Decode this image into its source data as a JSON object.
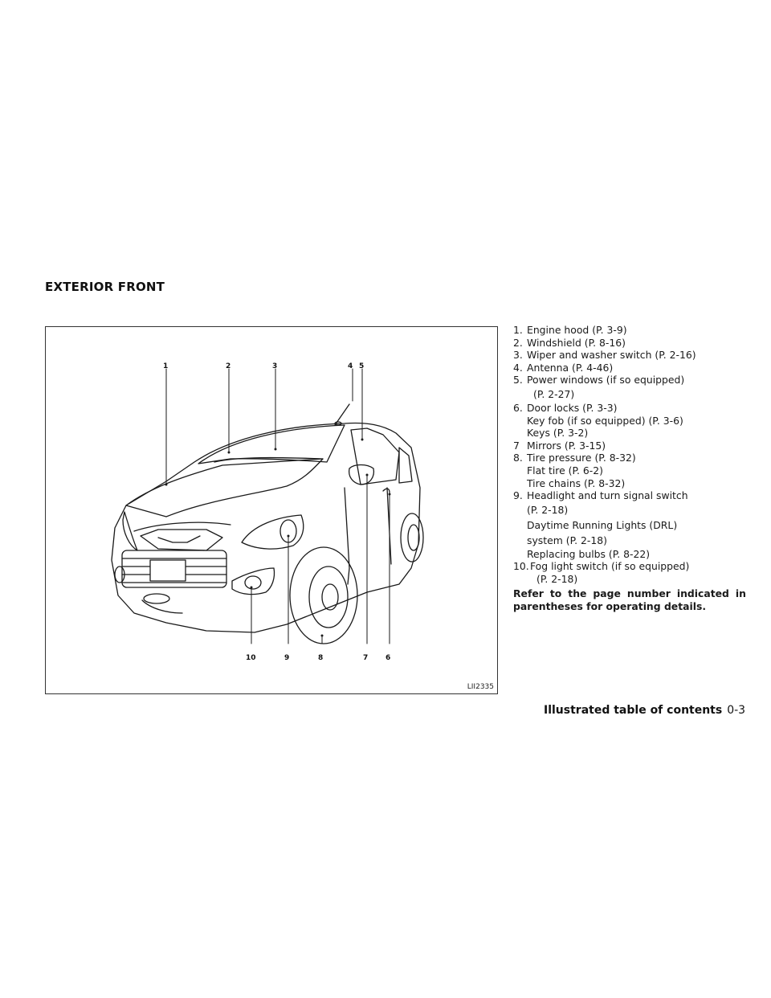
{
  "page": {
    "section_title": "EXTERIOR FRONT",
    "figure_code": "LII2335",
    "footer_section": "Illustrated table of contents",
    "footer_page": "0-3"
  },
  "callouts": [
    "1",
    "2",
    "3",
    "4",
    "5",
    "6",
    "7",
    "8",
    "9",
    "10"
  ],
  "items": [
    {
      "num": "1.",
      "lines": [
        "Engine hood (P. 3-9)"
      ]
    },
    {
      "num": "2.",
      "lines": [
        "Windshield (P. 8-16)"
      ]
    },
    {
      "num": "3.",
      "lines": [
        "Wiper and washer switch (P. 2-16)"
      ]
    },
    {
      "num": "4.",
      "lines": [
        "Antenna (P. 4-46)"
      ]
    },
    {
      "num": "5.",
      "lines": [
        "Power windows (if so equipped)",
        "(P. 2-27)"
      ]
    },
    {
      "num": "6.",
      "lines": [
        "Door locks (P. 3-3)",
        "Key fob (if so equipped) (P. 3-6)",
        "Keys (P. 3-2)"
      ]
    },
    {
      "num": "7",
      "lines": [
        "Mirrors (P. 3-15)"
      ]
    },
    {
      "num": "8.",
      "lines": [
        "Tire pressure (P. 8-32)",
        "Flat tire (P. 6-2)",
        "Tire chains (P. 8-32)"
      ]
    },
    {
      "num": "9.",
      "lines": [
        "Headlight and turn signal switch",
        "(P. 2-18)",
        "Daytime Running Lights (DRL)",
        "system (P. 2-18)",
        "Replacing bulbs (P. 8-22)"
      ]
    },
    {
      "num": "10.",
      "lines": [
        "Fog light switch (if so equipped)",
        "(P. 2-18)"
      ]
    }
  ],
  "note": "Refer to the page number indicated in parentheses for operating details.",
  "colors": {
    "line": "#1a1a1a",
    "background": "#ffffff"
  }
}
